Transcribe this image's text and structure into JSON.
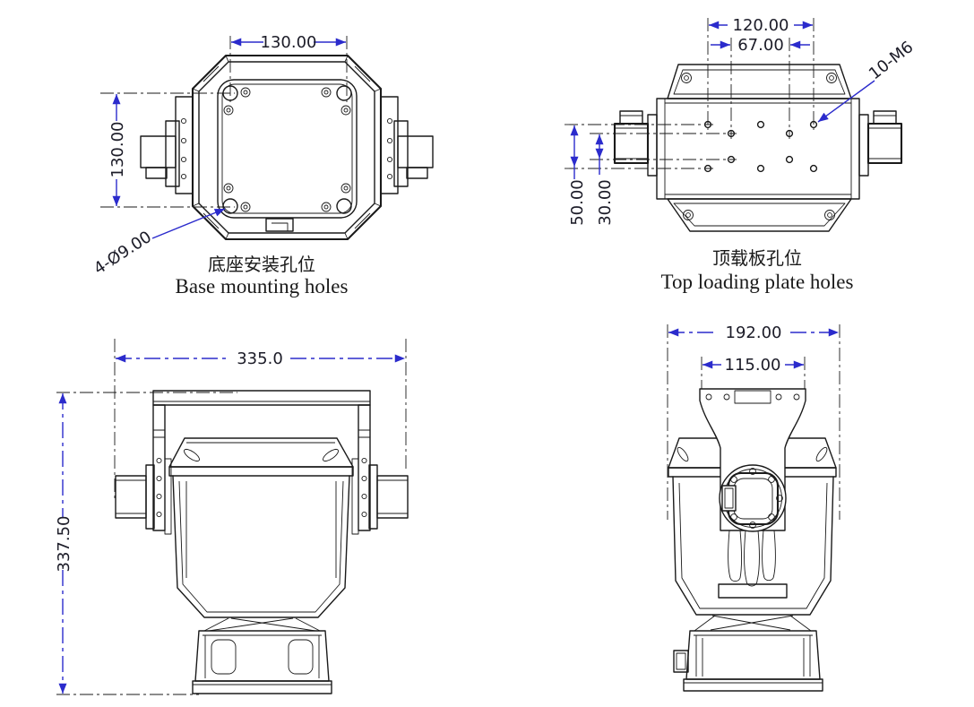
{
  "views": {
    "base_mounting_holes": {
      "dim_width": "130.00",
      "dim_height": "130.00",
      "hole_callout": "4-Ø9.00",
      "caption_zh": "底座安装孔位",
      "caption_en": "Base mounting holes"
    },
    "top_loading_plate": {
      "dim_outer_x": "120.00",
      "dim_inner_x": "67.00",
      "dim_outer_y": "50.00",
      "dim_inner_y": "30.00",
      "hole_callout": "10-M6",
      "caption_zh": "顶载板孔位",
      "caption_en": "Top loading plate holes"
    },
    "front_view": {
      "dim_width": "335.0",
      "dim_height": "337.50"
    },
    "side_view": {
      "dim_width": "192.00",
      "dim_bracket_width": "115.00"
    }
  },
  "colors": {
    "dimension_line": "#2b2bcc",
    "dimension_text": "#1c1c28",
    "drawing_line": "#1a1a1a",
    "background": "#ffffff"
  }
}
